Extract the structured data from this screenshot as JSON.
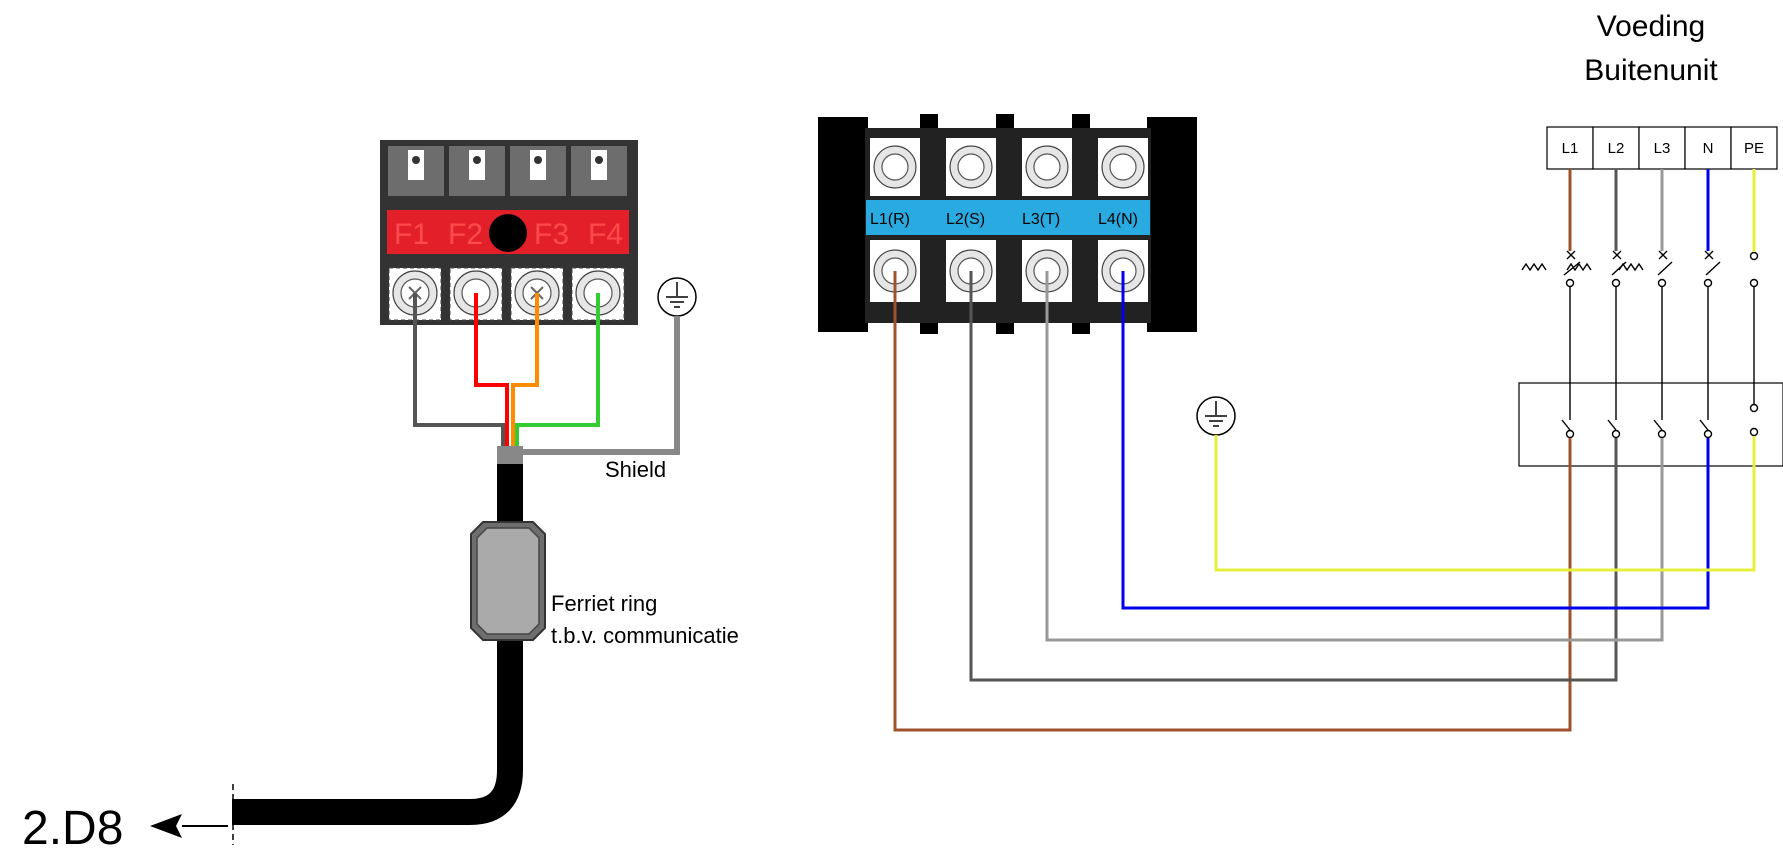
{
  "communication_block": {
    "terminals": [
      "F1",
      "F2",
      "F3",
      "F4"
    ],
    "shield_label": "Shield",
    "ferrite_label_line1": "Ferriet ring",
    "ferrite_label_line2": "t.b.v. communicatie",
    "destination_label": "2.D8",
    "wire_colors": {
      "F1": "#555555",
      "F2": "#ff0000",
      "F3": "#ff8c00",
      "F4": "#33cc33",
      "shield": "#888888"
    }
  },
  "power_strip": {
    "terminals": [
      "L1(R)",
      "L2(S)",
      "L3(T)",
      "L4(N)"
    ],
    "strip_color": "#29abe2"
  },
  "supply": {
    "title_line1": "Voeding",
    "title_line2": "Buitenunit",
    "terminals": [
      "L1",
      "L2",
      "L3",
      "N",
      "PE"
    ],
    "wire_colors": {
      "L1": "#a0522d",
      "L2": "#555555",
      "L3": "#999999",
      "N": "#0000ee",
      "PE": "#e6f03c"
    }
  }
}
